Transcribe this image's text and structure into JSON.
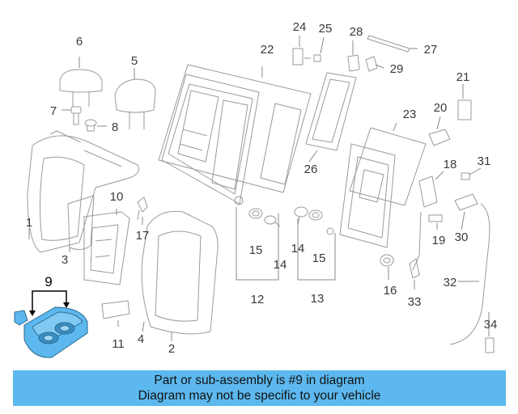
{
  "banner": {
    "line1": "Part or sub-assembly is #9 in diagram",
    "line2": "Diagram may not be specific to your vehicle"
  },
  "highlight_color": "#5cb8ee",
  "callouts": [
    "1",
    "2",
    "3",
    "4",
    "5",
    "6",
    "7",
    "8",
    "9",
    "10",
    "11",
    "12",
    "13",
    "14",
    "14",
    "15",
    "15",
    "16",
    "17",
    "18",
    "19",
    "20",
    "21",
    "22",
    "23",
    "24",
    "25",
    "26",
    "27",
    "28",
    "29",
    "30",
    "31",
    "32",
    "33",
    "34"
  ]
}
